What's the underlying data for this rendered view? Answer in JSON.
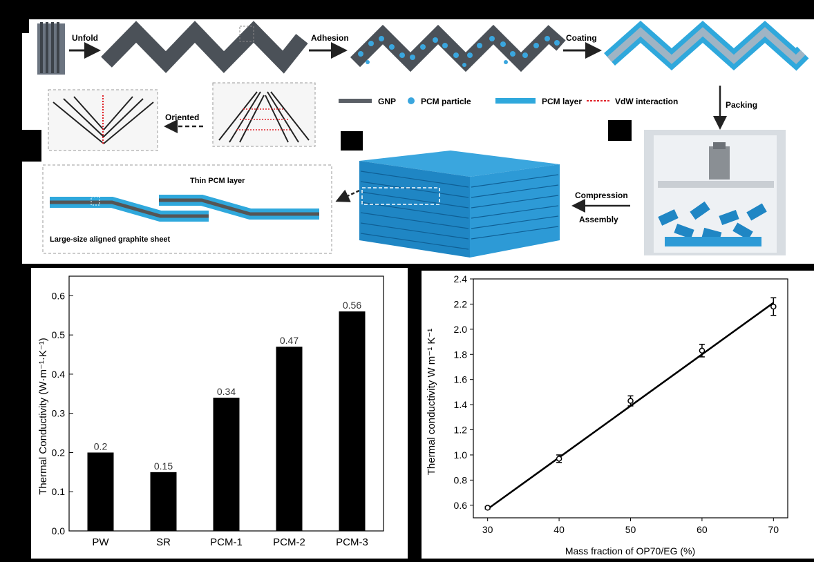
{
  "schematic": {
    "steps": {
      "unfold": "Unfold",
      "adhesion": "Adhesion",
      "coating": "Coating",
      "packing": "Packing",
      "oriented": "Oriented",
      "compression": "Compression",
      "assembly": "Assembly"
    },
    "legend": {
      "gnp": "GNP",
      "pcm_particle": "PCM particle",
      "pcm_layer": "PCM layer",
      "vdw": "VdW interaction"
    },
    "labels": {
      "thin_pcm_layer": "Thin PCM layer",
      "graphite_sheet": "Large-size aligned  graphite sheet"
    },
    "colors": {
      "gnp": "#5a5f66",
      "pcm": "#2fa8dc",
      "pcm_dark": "#1877b8",
      "vdw": "#e0242b"
    }
  },
  "chart_data": [
    {
      "type": "bar",
      "categories": [
        "PW",
        "SR",
        "PCM-1",
        "PCM-2",
        "PCM-3"
      ],
      "values": [
        0.2,
        0.15,
        0.34,
        0.47,
        0.56
      ],
      "data_labels": [
        "0.2",
        "0.15",
        "0.34",
        "0.47",
        "0.56"
      ],
      "ylabel": "Thermal Conductivity (W·m⁻¹·K⁻¹)",
      "ylim": [
        0,
        0.65
      ],
      "yticks": [
        "0.0",
        "0.1",
        "0.2",
        "0.3",
        "0.4",
        "0.5",
        "0.6"
      ],
      "bar_color": "#000000",
      "grid": false
    },
    {
      "type": "scatter",
      "x": [
        30,
        40,
        50,
        60,
        70
      ],
      "y": [
        0.58,
        0.97,
        1.43,
        1.83,
        2.18
      ],
      "yerr": [
        0.01,
        0.03,
        0.04,
        0.05,
        0.07
      ],
      "fit_line": {
        "x": [
          30,
          70
        ],
        "y": [
          0.57,
          2.21
        ]
      },
      "xlabel": "Mass fraction of OP70/EG (%)",
      "ylabel": "Thermal conductivity  W m⁻¹ K⁻¹",
      "xlim": [
        28,
        72
      ],
      "ylim": [
        0.5,
        2.4
      ],
      "xticks": [
        "30",
        "40",
        "50",
        "60",
        "70"
      ],
      "yticks": [
        "0.6",
        "0.8",
        "1.0",
        "1.2",
        "1.4",
        "1.6",
        "1.8",
        "2.0",
        "2.2",
        "2.4"
      ],
      "grid": false
    }
  ]
}
